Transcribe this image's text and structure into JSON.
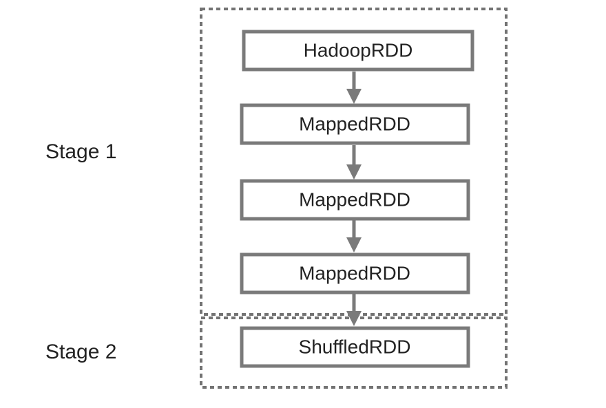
{
  "stages": [
    {
      "label": "Stage 1"
    },
    {
      "label": "Stage 2"
    }
  ],
  "nodes": [
    {
      "label": "HadoopRDD"
    },
    {
      "label": "MappedRDD"
    },
    {
      "label": "MappedRDD"
    },
    {
      "label": "MappedRDD"
    },
    {
      "label": "ShuffledRDD"
    }
  ],
  "colors": {
    "box_stroke": "#7a7a7a",
    "dashed_border": "#737373",
    "text": "#222222"
  }
}
